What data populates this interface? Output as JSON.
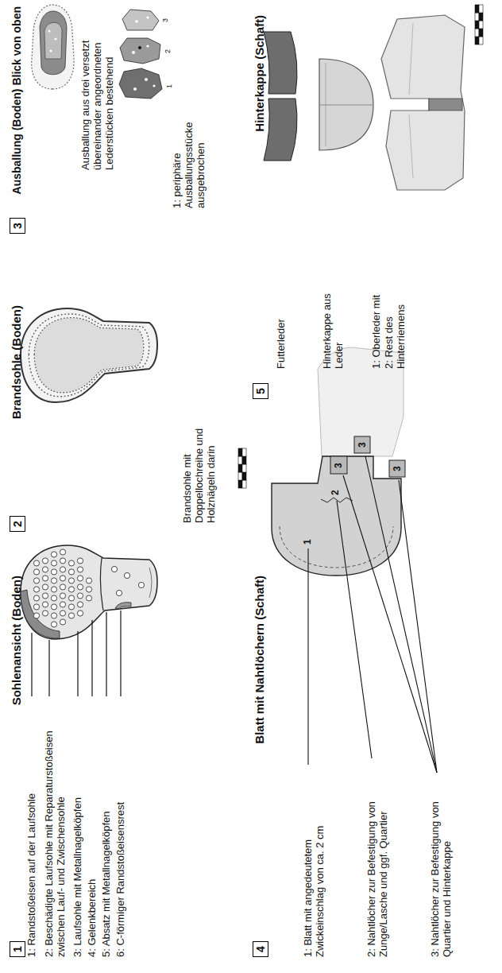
{
  "diagram": {
    "nodes": [
      {
        "text": [
          "1"
        ]
      },
      {
        "text": [
          "2"
        ]
      },
      {
        "text": [
          "3"
        ]
      },
      {
        "text": [
          "4"
        ]
      },
      {
        "text": [
          "5"
        ]
      }
    ],
    "labels": [
      "Sohlenansicht (Boden)",
      "1: Randstoßeisen auf der Laufsohle",
      "2: Beschädigte Laufsohle mit Reparaturstoßeisen zwischen Lauf- und Zwischensohle",
      "3: Laufsohle mit Metallnagelköpfen",
      "4: Gelenkbereich",
      "5: Absatz mit Metallnagelköpfen",
      "6: C-förmiger Randstoßeisensrest",
      "Brandsohle (Boden)",
      "Brandsohle mit Doppellochreihe und Holznägeln darin",
      "Ausballung (Boden) Blick von oben",
      "Ausballung aus drei versetzt übereinander angeordneten Lederstücken bestehend",
      "1: periphäre Ausballungsstücke ausgebrochen",
      "1",
      "2",
      "3",
      "Blatt mit Nahtlöchern (Schaft)",
      "1: Blatt mit angedeutetem Zwickeinschlag von ca. 2 cm",
      "2: Nahtlöcher zur Befestigung von Zunge/Lasche und ggf. Quartier",
      "3: Nahtlöcher zur Befestigung von Quartier und Hinterkappe",
      "1",
      "2",
      "3",
      "3",
      "3",
      "Hinterkappe (Schaft)",
      "Futterleder",
      "Hinterkappe aus Leder",
      "1: Oberleder mit",
      "2: Rest des Hinterriemens"
    ]
  }
}
